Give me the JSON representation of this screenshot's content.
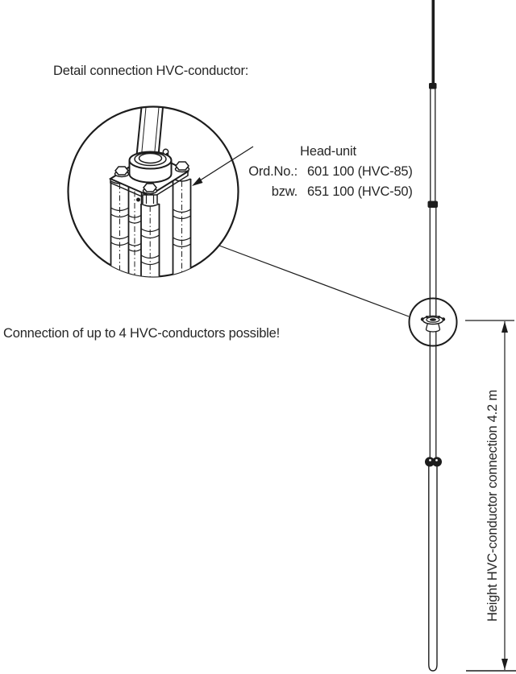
{
  "detail_view": {
    "title": "Detail connection HVC-conductor:",
    "head_unit": {
      "name": "Head-unit",
      "order_no_label": "Ord.No.:",
      "order_no_value": "601 100 (HVC-85)",
      "alt_label": "bzw.",
      "alt_value": "651 100 (HVC-50)"
    },
    "note": "Connection of up to 4 HVC-conductors possible!"
  },
  "dimension": {
    "label": "Height HVC-conductor connection 4.2 m"
  },
  "colors": {
    "line": "#1c1c1c",
    "text": "#262626",
    "background": "#ffffff"
  }
}
